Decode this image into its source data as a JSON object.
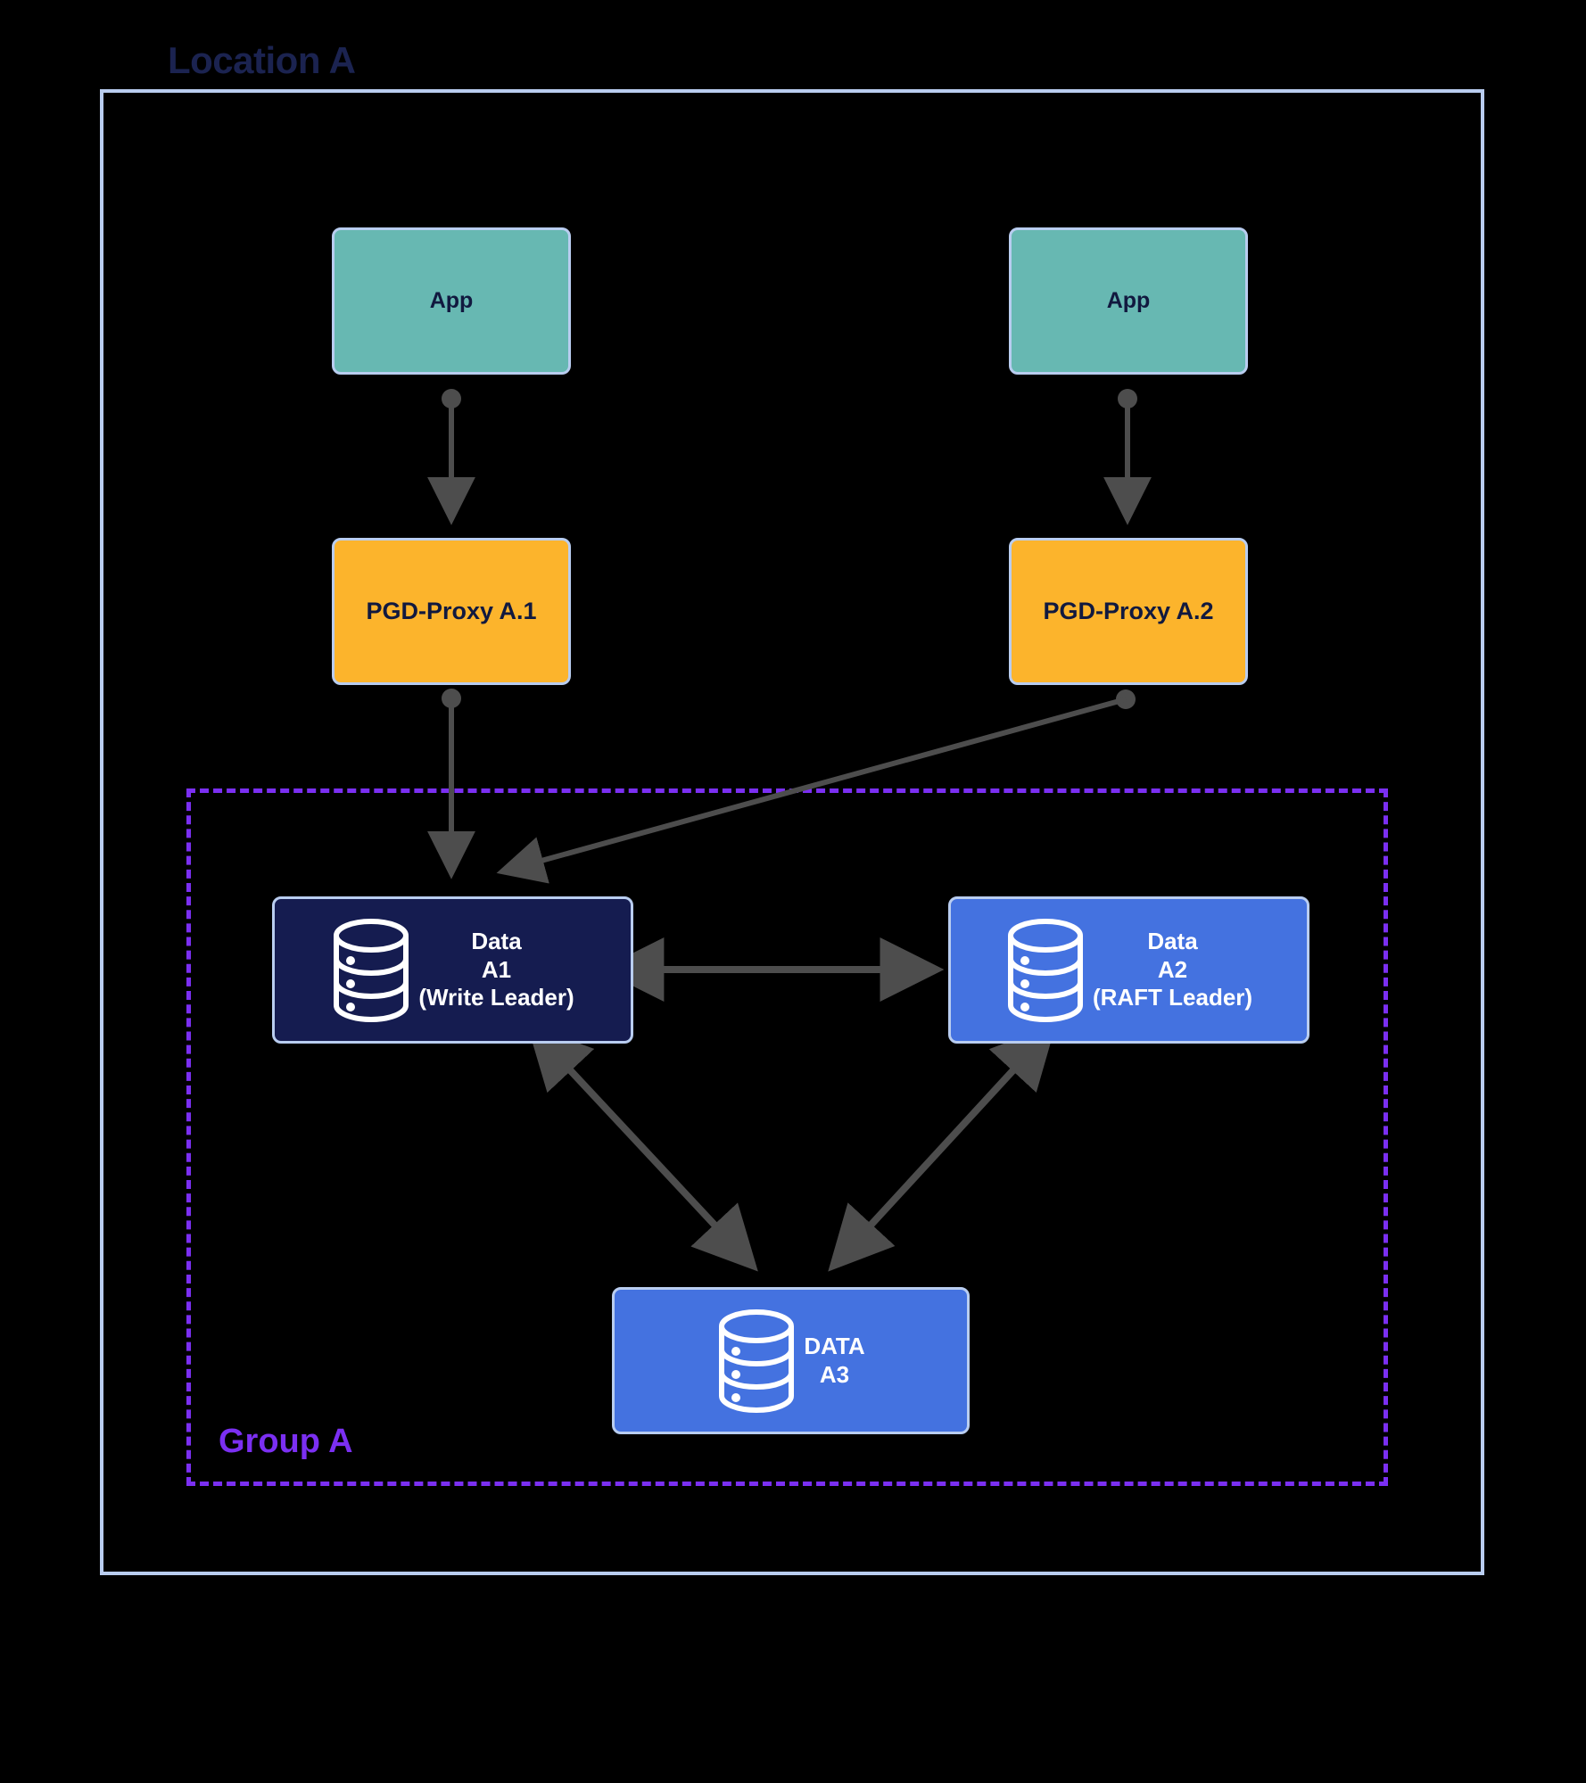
{
  "diagram": {
    "title": "Location A",
    "background_color": "#000000",
    "location_border_color": "#b9cdf0",
    "group_border_color": "#7b2ff2",
    "connector_color": "#4d4d4d"
  },
  "location": {
    "label": "Location A"
  },
  "group": {
    "label": "Group A"
  },
  "apps": [
    {
      "label": "App",
      "color": "#67b8b2"
    },
    {
      "label": "App",
      "color": "#67b8b2"
    }
  ],
  "proxies": [
    {
      "label": "PGD-Proxy A.1",
      "color": "#fcb42c"
    },
    {
      "label": "PGD-Proxy A.2",
      "color": "#fcb42c"
    }
  ],
  "data_nodes": [
    {
      "id": "a1",
      "label": "Data\nA1\n(Write Leader)",
      "role": "Write Leader",
      "color": "#151c50",
      "icon": "database-icon"
    },
    {
      "id": "a2",
      "label": "Data\nA2\n(RAFT Leader)",
      "role": "RAFT Leader",
      "color": "#4472e0",
      "icon": "database-icon"
    },
    {
      "id": "a3",
      "label": "DATA\nA3",
      "role": "",
      "color": "#4472e0",
      "icon": "database-icon"
    }
  ],
  "connections": [
    {
      "from": "app-1",
      "to": "pgd-proxy-a1",
      "type": "arrow"
    },
    {
      "from": "app-2",
      "to": "pgd-proxy-a2",
      "type": "arrow"
    },
    {
      "from": "pgd-proxy-a1",
      "to": "data-a1",
      "type": "arrow"
    },
    {
      "from": "pgd-proxy-a2",
      "to": "data-a1",
      "type": "arrow"
    },
    {
      "from": "data-a1",
      "to": "data-a2",
      "type": "bidirectional"
    },
    {
      "from": "data-a1",
      "to": "data-a3",
      "type": "bidirectional"
    },
    {
      "from": "data-a2",
      "to": "data-a3",
      "type": "bidirectional"
    }
  ],
  "ghost_labels": {
    "top_left": "",
    "top_center": "",
    "group_inner": ""
  }
}
